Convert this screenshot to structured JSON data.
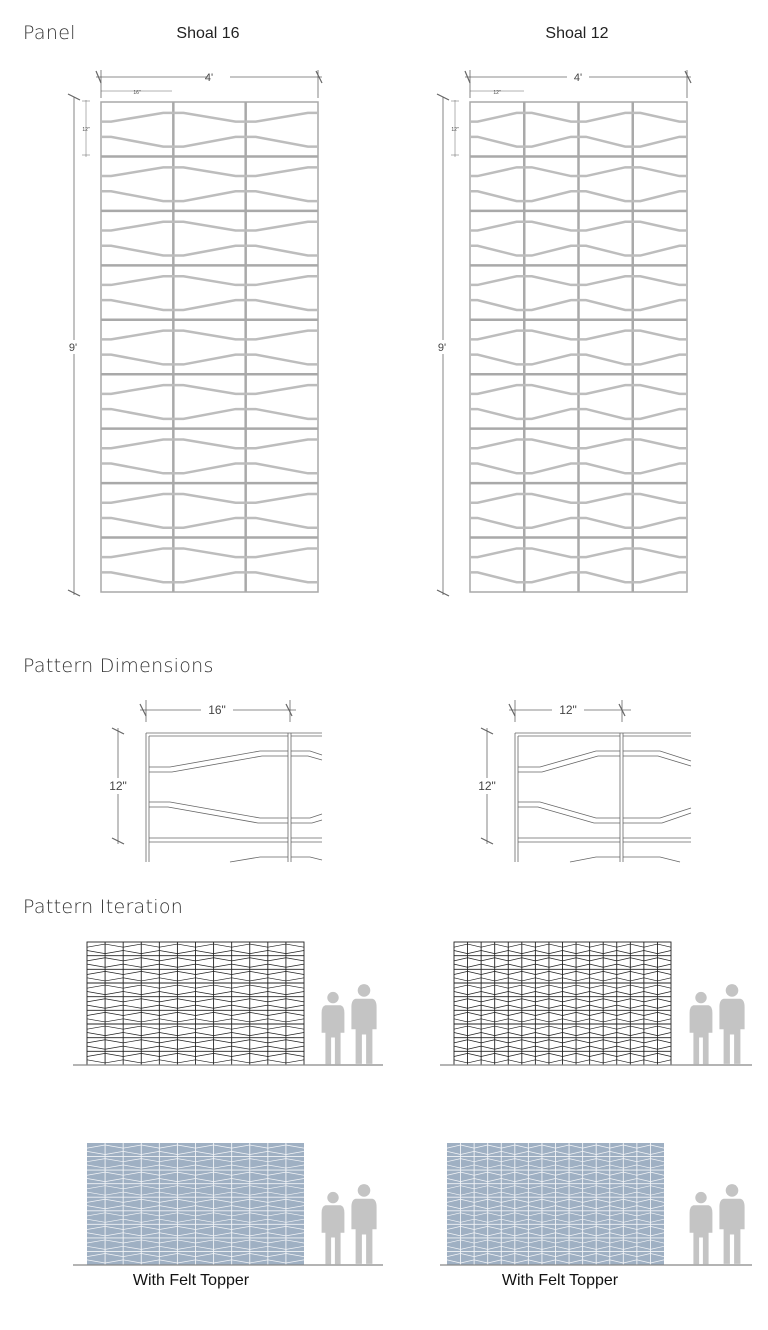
{
  "sections": {
    "panel": "Panel",
    "pattern_dimensions": "Pattern Dimensions",
    "pattern_iteration": "Pattern Iteration"
  },
  "variants": [
    {
      "name": "Shoal 16",
      "panel": {
        "width_label": "4'",
        "module_width_label": "16\"",
        "module_height_label": "12\"",
        "height_label": "9'",
        "columns": 3,
        "rows": 9
      },
      "pattern": {
        "width_label": "16\"",
        "height_label": "12\""
      },
      "iteration": {
        "caption": "With Felt Topper"
      }
    },
    {
      "name": "Shoal 12",
      "panel": {
        "width_label": "4'",
        "module_width_label": "12\"",
        "module_height_label": "12\"",
        "height_label": "9'",
        "columns": 4,
        "rows": 9
      },
      "pattern": {
        "width_label": "12\"",
        "height_label": "12\""
      },
      "iteration": {
        "caption": "With Felt Topper"
      }
    }
  ],
  "colors": {
    "panel_outline": "#a9a9a9",
    "wave": "#bdbdbd",
    "felt": "#9fb0c3",
    "felt_line": "#f2f4f7",
    "silhouette": "#c4c4c4",
    "ground": "#888888",
    "dimension": "#666666"
  }
}
